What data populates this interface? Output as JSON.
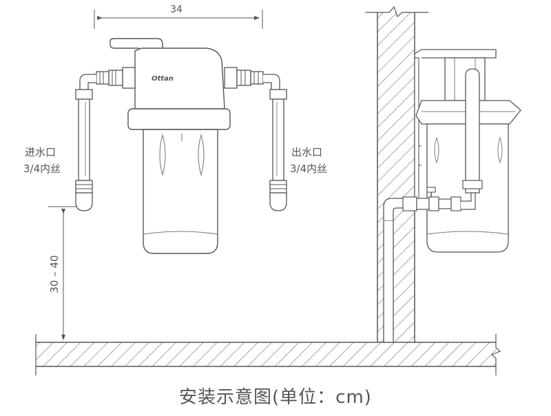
{
  "diagram": {
    "dimension_width": "34",
    "dimension_height": "30 – 40",
    "inlet_label_line1": "进水口",
    "inlet_label_line2": "3/4内丝",
    "outlet_label_line1": "出水口",
    "outlet_label_line2": "3/4内丝",
    "brand_logo": "Ottan",
    "caption": "安装示意图(单位：cm)"
  },
  "colors": {
    "line": "#555555",
    "hatch": "#777777",
    "text": "#555555"
  }
}
